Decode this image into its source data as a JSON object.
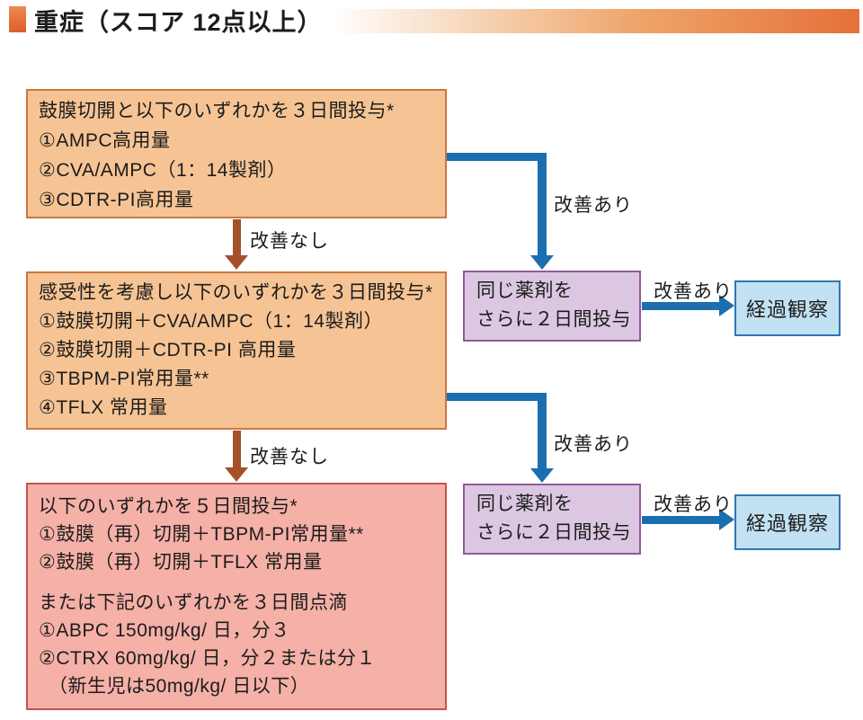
{
  "title": {
    "text": "重症（スコア 12点以上）"
  },
  "flow": {
    "step1": {
      "lines": [
        "鼓膜切開と以下のいずれかを３日間投与*",
        "①AMPC高用量",
        "②CVA/AMPC（1：14製剤）",
        "③CDTR-PI高用量"
      ]
    },
    "step2": {
      "lines": [
        "感受性を考慮し以下のいずれかを３日間投与*",
        "①鼓膜切開＋CVA/AMPC（1：14製剤）",
        "②鼓膜切開＋CDTR-PI 高用量",
        "③TBPM-PI常用量**",
        "④TFLX 常用量"
      ]
    },
    "step3": {
      "group1": [
        "以下のいずれかを５日間投与*",
        "①鼓膜（再）切開＋TBPM-PI常用量**",
        "②鼓膜（再）切開＋TFLX 常用量"
      ],
      "group2": [
        "または下記のいずれかを３日間点滴",
        "①ABPC 150mg/kg/ 日，分３",
        "②CTRX 60mg/kg/ 日，分２または分１",
        "　（新生児は50mg/kg/ 日以下）"
      ]
    },
    "same_drug": {
      "lines": [
        "同じ薬剤を",
        "さらに２日間投与"
      ]
    },
    "observation": {
      "text": "経過観察"
    }
  },
  "labels": {
    "improved": "改善あり",
    "not_improved": "改善なし"
  },
  "colors": {
    "accent_orange": "#e4713a",
    "orange_box_fill": "#f6c494",
    "orange_box_border": "#c9783f",
    "pink_box_fill": "#f5b0a7",
    "pink_box_border": "#bf564a",
    "purple_box_fill": "#dbc7e2",
    "purple_box_border": "#93589c",
    "blue_box_fill": "#c2e1f2",
    "blue_box_border": "#3076b5",
    "arrow_blue": "#1c6fae",
    "arrow_brown": "#a4512b"
  }
}
